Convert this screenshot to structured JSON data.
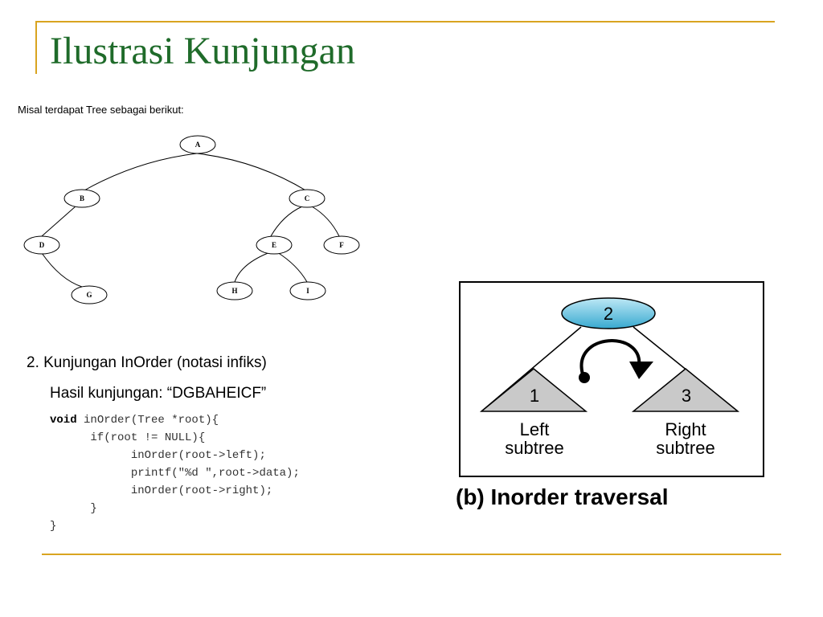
{
  "slide": {
    "title": "Ilustrasi Kunjungan",
    "intro": "Misal terdapat Tree sebagai berikut:",
    "heading": "2.  Kunjungan InOrder (notasi infiks)",
    "result": "Hasil kunjungan: “DGBAHEICF”"
  },
  "tree": {
    "nodes": [
      "A",
      "B",
      "C",
      "D",
      "E",
      "F",
      "G",
      "H",
      "I"
    ],
    "edges": [
      [
        "A",
        "B"
      ],
      [
        "A",
        "C"
      ],
      [
        "B",
        "D"
      ],
      [
        "D",
        "G"
      ],
      [
        "C",
        "E"
      ],
      [
        "C",
        "F"
      ],
      [
        "E",
        "H"
      ],
      [
        "E",
        "I"
      ]
    ]
  },
  "code": {
    "keyword": "void",
    "line1_rest": " inOrder(Tree *root){",
    "line2": "      if(root != NULL){",
    "line3": "            inOrder(root->left);",
    "line4": "            printf(\"%d \",root->data);",
    "line5": "            inOrder(root->right);",
    "line6": "      }",
    "line7": "}"
  },
  "traversal": {
    "root": "2",
    "left": "1",
    "right": "3",
    "left_line1": "Left",
    "left_line2": "subtree",
    "right_line1": "Right",
    "right_line2": "subtree",
    "caption": "(b) Inorder traversal"
  },
  "colors": {
    "title": "#1f6b2a",
    "accent_line": "#d9a420",
    "root_fill": "#4fb6d8",
    "subtree_fill": "#c9c9c9"
  }
}
